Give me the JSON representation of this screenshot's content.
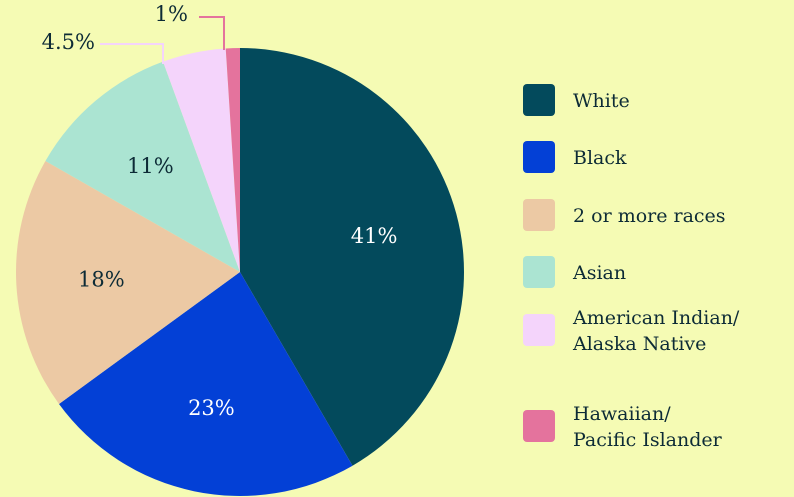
{
  "chart_data": {
    "type": "pie",
    "title": "",
    "start_angle_deg": 0,
    "direction": "clockwise",
    "legend_position": "right",
    "slices": [
      {
        "name": "White",
        "value": 41,
        "label": "41%",
        "color": "#034a5c",
        "label_color": "#ffffff",
        "label_placement": "inside"
      },
      {
        "name": "Black",
        "value": 23,
        "label": "23%",
        "color": "#0340d6",
        "label_color": "#ffffff",
        "label_placement": "inside"
      },
      {
        "name": "2 or more races",
        "value": 18,
        "label": "18%",
        "color": "#ecc9a4",
        "label_color": "#0d2b36",
        "label_placement": "inside"
      },
      {
        "name": "Asian",
        "value": 11,
        "label": "11%",
        "color": "#abe4d2",
        "label_color": "#0d2b36",
        "label_placement": "inside"
      },
      {
        "name": "American Indian/ Alaska Native",
        "legend_lines": [
          "American Indian/",
          "Alaska Native"
        ],
        "value": 4.5,
        "label": "4.5%",
        "color": "#f4d4fb",
        "label_color": "#0d2b36",
        "label_placement": "outside"
      },
      {
        "name": "Hawaiian/ Pacific Islander",
        "legend_lines": [
          "Hawaiian/",
          "Pacific Islander"
        ],
        "value": 1,
        "label": "1%",
        "color": "#e4739d",
        "label_color": "#0d2b36",
        "label_placement": "outside"
      }
    ]
  }
}
